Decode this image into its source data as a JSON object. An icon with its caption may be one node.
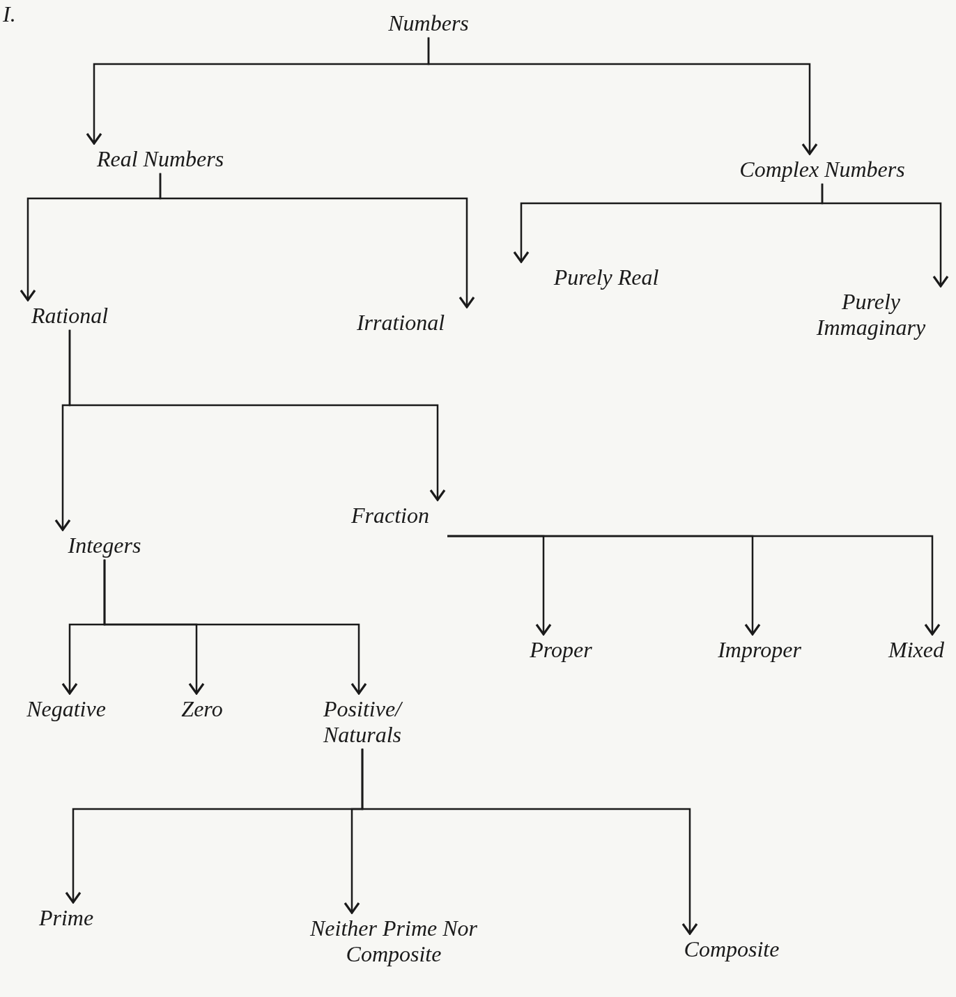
{
  "diagram": {
    "nodes": [
      {
        "text": [
          "Numbers"
        ]
      },
      {
        "text": [
          "Real Numbers"
        ]
      },
      {
        "text": [
          "Complex Numbers"
        ]
      },
      {
        "text": [
          "Rational"
        ]
      },
      {
        "text": [
          "Irrational"
        ]
      },
      {
        "text": [
          "Purely Real"
        ]
      },
      {
        "text": [
          "Purely Immaginary"
        ]
      },
      {
        "text": [
          "Integers"
        ]
      },
      {
        "text": [
          "Fraction"
        ]
      },
      {
        "text": [
          "Proper"
        ]
      },
      {
        "text": [
          "Improper"
        ]
      },
      {
        "text": [
          "Mixed"
        ]
      },
      {
        "text": [
          "Negative"
        ]
      },
      {
        "text": [
          "Zero"
        ]
      },
      {
        "text": [
          "Positive/ Naturals"
        ]
      },
      {
        "text": [
          "Prime"
        ]
      },
      {
        "text": [
          "Neither Prime Nor Composite"
        ]
      },
      {
        "text": [
          "Composite"
        ]
      }
    ],
    "edges": [
      {
        "from": 0,
        "to": 1,
        "arrow": "to"
      },
      {
        "from": 0,
        "to": 2,
        "arrow": "to"
      },
      {
        "from": 1,
        "to": 3,
        "arrow": "to"
      },
      {
        "from": 1,
        "to": 4,
        "arrow": "to"
      },
      {
        "from": 2,
        "to": 5,
        "arrow": "to"
      },
      {
        "from": 2,
        "to": 6,
        "arrow": "to"
      },
      {
        "from": 3,
        "to": 7,
        "arrow": "to"
      },
      {
        "from": 3,
        "to": 8,
        "arrow": "to"
      },
      {
        "from": 8,
        "to": 9,
        "arrow": "to"
      },
      {
        "from": 8,
        "to": 10,
        "arrow": "to"
      },
      {
        "from": 8,
        "to": 11,
        "arrow": "to"
      },
      {
        "from": 7,
        "to": 12,
        "arrow": "to"
      },
      {
        "from": 7,
        "to": 13,
        "arrow": "to"
      },
      {
        "from": 7,
        "to": 14,
        "arrow": "to"
      },
      {
        "from": 14,
        "to": 15,
        "arrow": "to"
      },
      {
        "from": 14,
        "to": 16,
        "arrow": "to"
      },
      {
        "from": 14,
        "to": 17,
        "arrow": "to"
      }
    ],
    "labels": [
      "I."
    ]
  }
}
